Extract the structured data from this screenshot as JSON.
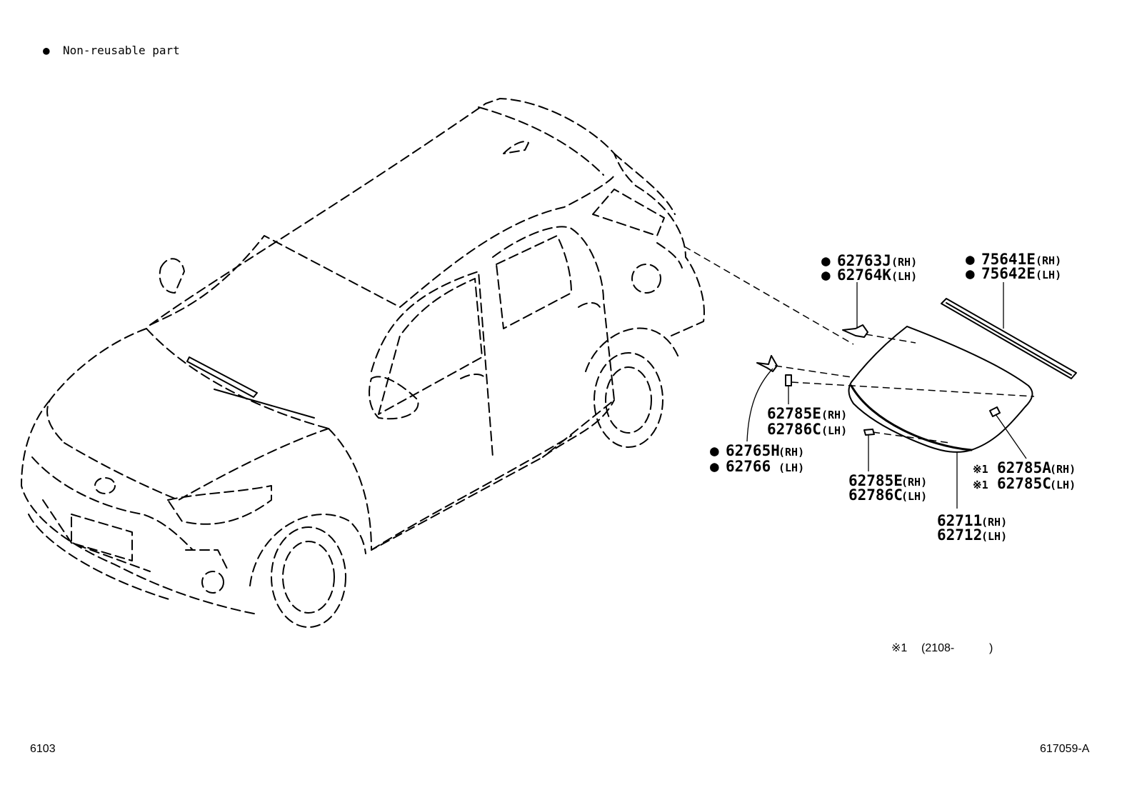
{
  "legend": {
    "symbol": "●",
    "text": "Non-reusable part"
  },
  "callouts": {
    "bracket": {
      "marks": [
        "●",
        "●"
      ],
      "parts": [
        "62763J",
        "62764K"
      ],
      "sides": [
        "(RH)",
        "(LH)"
      ]
    },
    "rail": {
      "marks": [
        "●",
        "●"
      ],
      "parts": [
        "75641E",
        "75642E"
      ],
      "sides": [
        "(RH)",
        "(LH)"
      ]
    },
    "clip_upper": {
      "parts": [
        "62785E",
        "62786C"
      ],
      "sides": [
        "(RH)",
        "(LH)"
      ]
    },
    "retainer": {
      "marks": [
        "●",
        "●"
      ],
      "parts": [
        "62765H",
        "62766"
      ],
      "sides": [
        "(RH)",
        "(LH)"
      ]
    },
    "clip_lower": {
      "parts": [
        "62785E",
        "62786C"
      ],
      "sides": [
        "(RH)",
        "(LH)"
      ]
    },
    "clip_glass": {
      "marks": [
        "※1",
        "※1"
      ],
      "parts": [
        "62785A",
        "62785C"
      ],
      "sides": [
        "(RH)",
        "(LH)"
      ]
    },
    "glass": {
      "parts": [
        "62711",
        "62712"
      ],
      "sides": [
        "(RH)",
        "(LH)"
      ]
    }
  },
  "footnote": {
    "mark": "※1",
    "text": "(2108-",
    "close": ")"
  },
  "footer": {
    "left": "6103",
    "right": "617059-A"
  }
}
